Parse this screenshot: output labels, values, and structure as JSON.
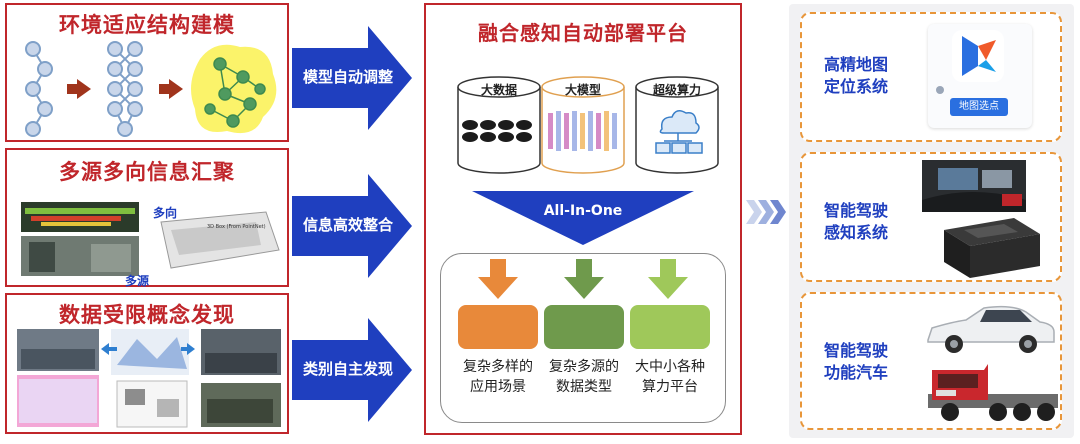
{
  "left_panels": [
    {
      "title": "环境适应结构建模"
    },
    {
      "title": "多源多向信息汇聚",
      "tag_multi_dir": "多向",
      "tag_multi_src": "多源",
      "scan_caption": "3D Box (From PointNet)"
    },
    {
      "title": "数据受限概念发现"
    }
  ],
  "arrows": [
    {
      "label": "模型自动调整"
    },
    {
      "label": "信息高效整合"
    },
    {
      "label": "类别自主发现"
    }
  ],
  "center": {
    "title": "融合感知自动部署平台",
    "cylinders": [
      {
        "label": "大数据"
      },
      {
        "label": "大模型"
      },
      {
        "label": "超级算力"
      }
    ],
    "funnel_label": "All-In-One",
    "blocks": [
      {
        "line1": "复杂多样的",
        "line2": "应用场景",
        "color": "#e8893a"
      },
      {
        "line1": "复杂多源的",
        "line2": "数据类型",
        "color": "#6f9a4c"
      },
      {
        "line1": "大中小各种",
        "line2": "算力平台",
        "color": "#9fc85a"
      }
    ]
  },
  "right_cards": [
    {
      "line1": "高精地图",
      "line2": "定位系统",
      "map_button": "地图选点"
    },
    {
      "line1": "智能驾驶",
      "line2": "感知系统"
    },
    {
      "line1": "智能驾驶",
      "line2": "功能汽车"
    }
  ]
}
